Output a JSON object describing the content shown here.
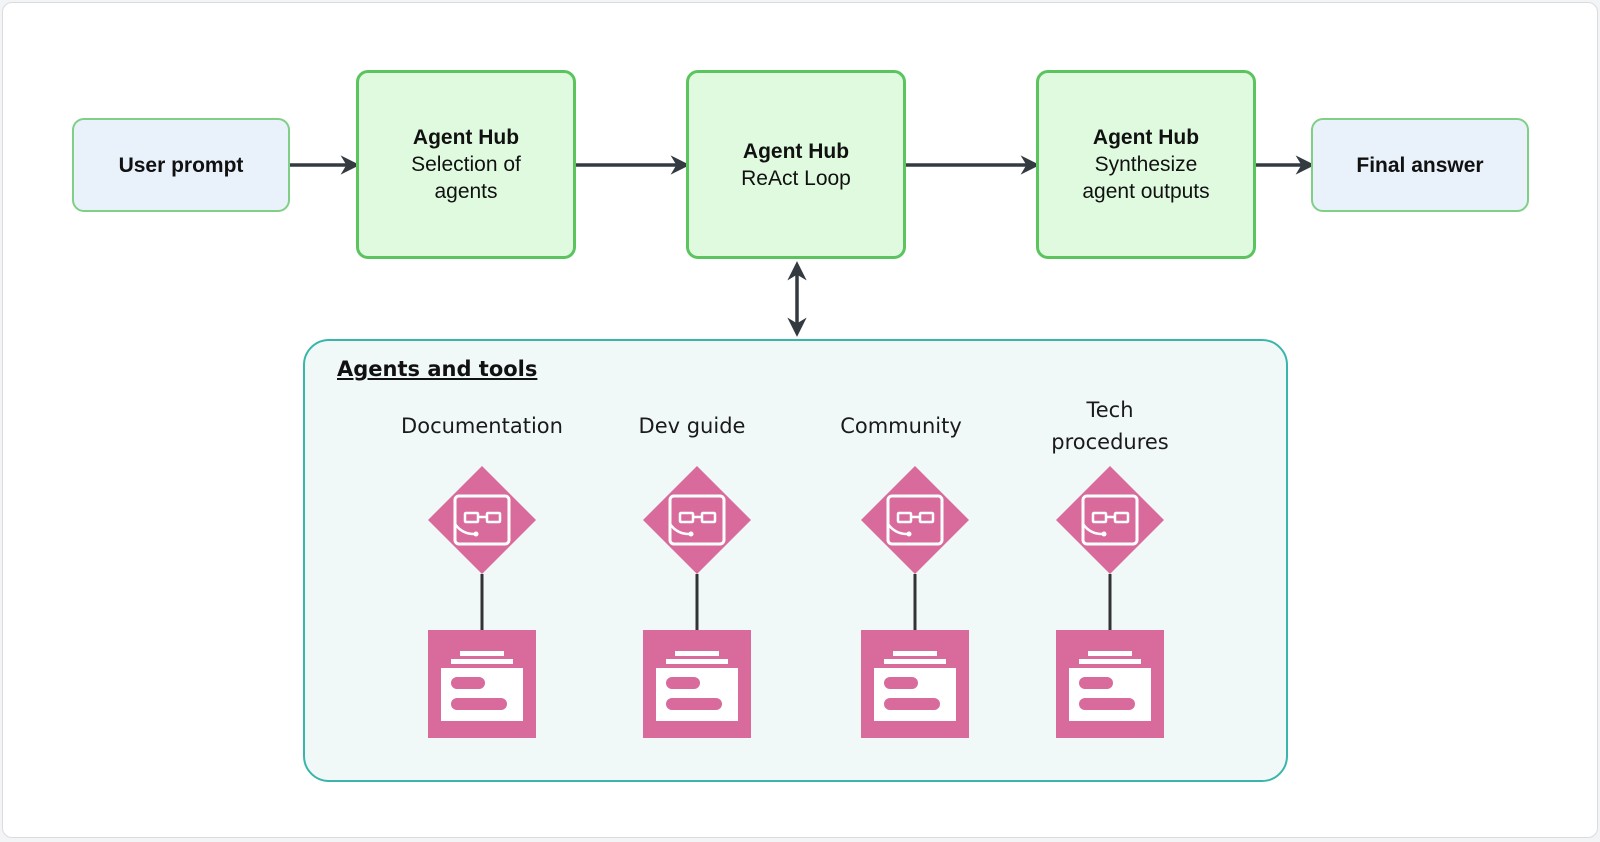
{
  "nodes": {
    "user_prompt": {
      "title": "User prompt"
    },
    "hub_selection": {
      "title": "Agent Hub",
      "line1": "Selection of",
      "line2": "agents"
    },
    "hub_react": {
      "title": "Agent Hub",
      "line1": "ReAct Loop"
    },
    "hub_synthesize": {
      "title": "Agent Hub",
      "line1": "Synthesize",
      "line2": "agent outputs"
    },
    "final_answer": {
      "title": "Final answer"
    }
  },
  "tools_section": {
    "title": "Agents and tools",
    "agents": [
      {
        "label": "Documentation"
      },
      {
        "label": "Dev guide"
      },
      {
        "label": "Community"
      },
      {
        "label": "Tech",
        "label2": "procedures"
      }
    ]
  },
  "colors": {
    "io_fill": "#e9f1fa",
    "hub_fill": "#e0fae0",
    "hub_border": "#5cc45f",
    "tools_border": "#39b6a9",
    "icon_pink": "#d96b9c",
    "arrow": "#333a40"
  },
  "icons": {
    "agent": "robot-headset-icon",
    "tool": "document-stack-icon"
  }
}
